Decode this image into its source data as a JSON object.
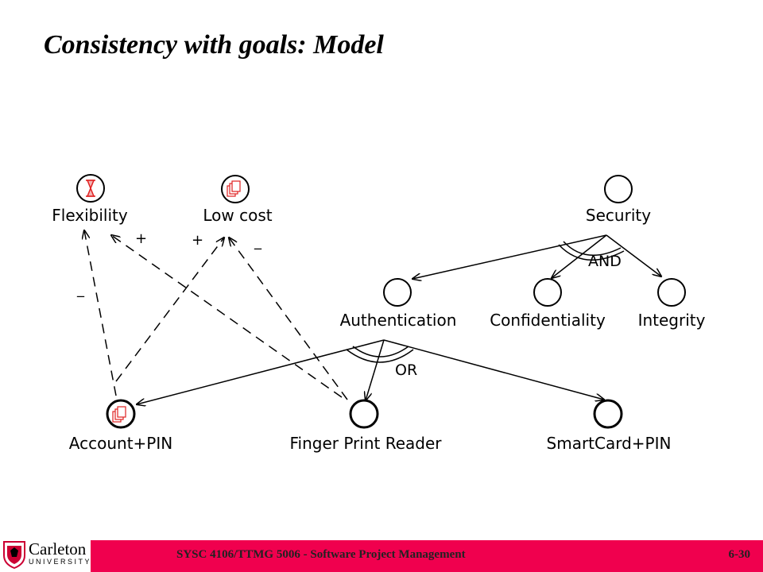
{
  "slide": {
    "title": "Consistency with goals: Model"
  },
  "diagram": {
    "nodes": {
      "flexibility": "Flexibility",
      "low_cost": "Low cost",
      "security": "Security",
      "authentication": "Authentication",
      "confidentiality": "Confidentiality",
      "integrity": "Integrity",
      "account_pin": "Account+PIN",
      "finger_print": "Finger Print Reader",
      "smartcard_pin": "SmartCard+PIN"
    },
    "decompositions": {
      "and": "AND",
      "or": "OR"
    },
    "contributions": {
      "fpr_to_flexibility": "+",
      "account_to_lowcost": "+",
      "fpr_to_lowcost": "_",
      "account_to_flexibility": "_"
    }
  },
  "footer": {
    "logo_name": "Carleton",
    "logo_sub": "UNIVERSITY",
    "course": "SYSC 4106/TTMG 5006 - Software Project Management",
    "page": "6-30"
  }
}
